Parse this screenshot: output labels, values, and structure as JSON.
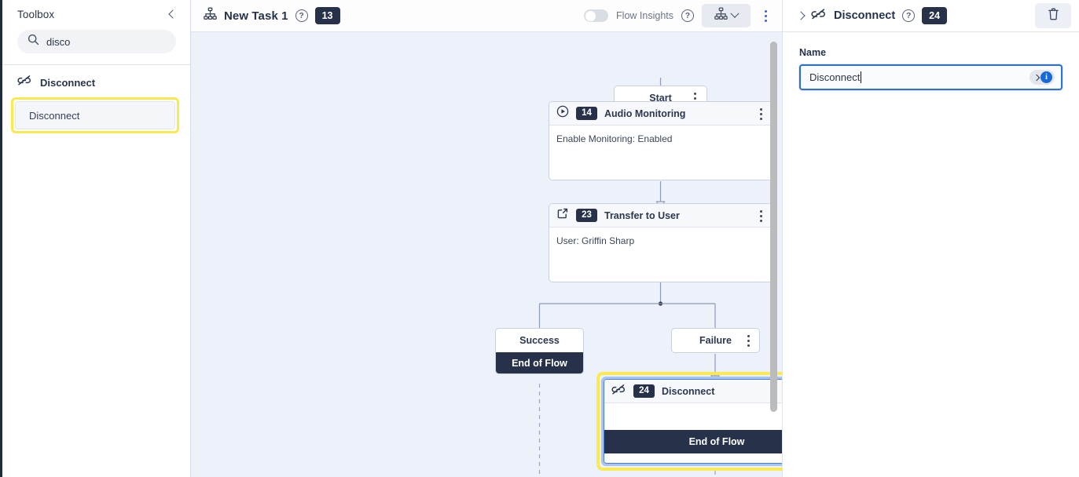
{
  "toolbox": {
    "title": "Toolbox",
    "collapse_icon": "chevron-left-icon",
    "search": {
      "value": "disco",
      "placeholder": "Search",
      "icon": "search-icon",
      "clear_icon": "close-icon"
    },
    "group": {
      "icon": "disconnect-icon",
      "title": "Disconnect"
    },
    "items": [
      {
        "label": "Disconnect",
        "highlighted": true
      }
    ]
  },
  "topbar": {
    "flow_icon": "sitemap-icon",
    "task_title": "New Task 1",
    "help_icon": "help-icon",
    "help_label": "?",
    "count_badge": "13",
    "flow_insights_label": "Flow Insights",
    "flow_insights_on": false,
    "insights_help_label": "?",
    "view_icon": "sitemap-icon",
    "view_chevron": "chevron-down-icon",
    "overflow_icon": "kebab-menu-icon"
  },
  "canvas": {
    "start": {
      "label": "Start",
      "menu_icon": "kebab-menu-icon"
    },
    "nodes": [
      {
        "icon": "play-circle-icon",
        "number": "14",
        "title": "Audio Monitoring",
        "body": "Enable Monitoring: Enabled",
        "menu_icon": "kebab-menu-icon"
      },
      {
        "icon": "external-link-icon",
        "number": "23",
        "title": "Transfer to User",
        "body": "User: Griffin Sharp",
        "menu_icon": "kebab-menu-icon"
      }
    ],
    "branches": [
      {
        "label": "Success",
        "end_label": "End of Flow",
        "has_menu": false
      },
      {
        "label": "Failure",
        "has_menu": true,
        "menu_icon": "kebab-menu-icon"
      }
    ],
    "selected_node": {
      "icon": "disconnect-icon",
      "number": "24",
      "title": "Disconnect",
      "body": "",
      "end_label": "End of Flow",
      "menu_icon": "kebab-menu-icon"
    }
  },
  "panel": {
    "expand_icon": "chevron-right-icon",
    "icon": "disconnect-icon",
    "title": "Disconnect",
    "help_label": "?",
    "badge": "24",
    "delete_icon": "trash-icon",
    "name_label": "Name",
    "name_value": "Disconnect",
    "adorn_chevron": "chevron-right-icon",
    "info_icon": "info-icon",
    "info_label": "i"
  },
  "colors": {
    "canvas_bg": "#edf1fa",
    "node_dark": "#27324a",
    "highlight_yellow": "#fbe94f",
    "focus_blue": "#2f6fd0",
    "accent_blue": "#3c62d4"
  }
}
